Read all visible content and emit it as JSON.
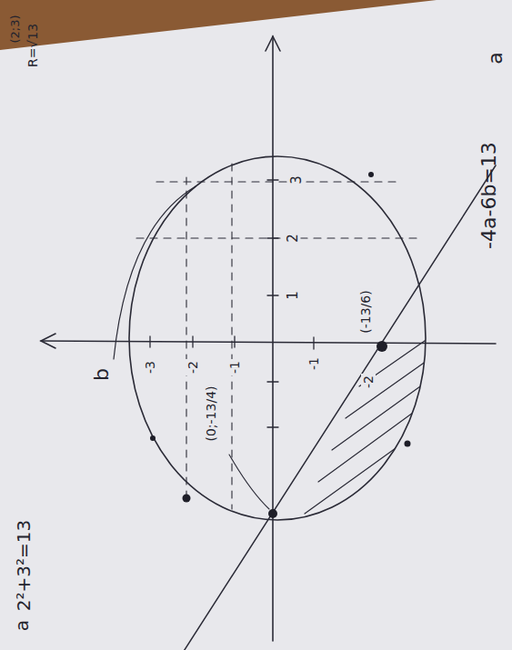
{
  "diagram": {
    "labels": [
      "(2;3)",
      "R=√13",
      "a",
      "-4a-6b=13",
      "b",
      "a",
      "2²+3²=13",
      "1",
      "2",
      "3",
      "-1",
      "-2",
      "(-13/6)",
      "(0;-13/4)",
      "-3",
      "-2",
      "-1"
    ]
  }
}
